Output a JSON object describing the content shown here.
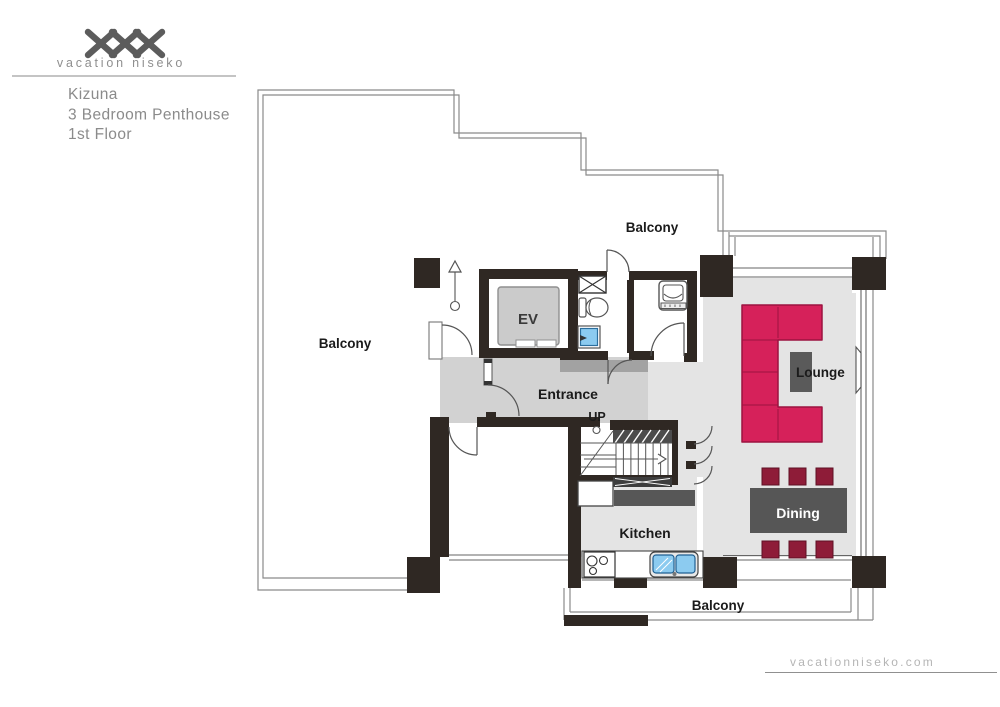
{
  "header": {
    "brand_name": "vacation niseko",
    "property_name": "Kizuna",
    "unit_type": "3 Bedroom Penthouse",
    "floor": "1st Floor"
  },
  "floorplan": {
    "labels": {
      "balcony_top": "Balcony",
      "balcony_left": "Balcony",
      "balcony_bottom": "Balcony",
      "entrance": "Entrance",
      "elevator": "EV",
      "stairs_up": "UP",
      "kitchen": "Kitchen",
      "lounge": "Lounge",
      "dining": "Dining"
    },
    "colors": {
      "wall": "#2f2823",
      "floor": "#e4e4e4",
      "entrance_floor": "#d2d2d2",
      "step_strip": "#a2a2a2",
      "sofa": "#d6215a",
      "dining_chair": "#8e1c38",
      "table": "#565656",
      "sink_blue": "#8ccbf0",
      "elevator_car": "#cbcbcb",
      "balcony_outline": "#8a8a8a"
    }
  },
  "footer": {
    "website": "vacationniseko.com"
  }
}
